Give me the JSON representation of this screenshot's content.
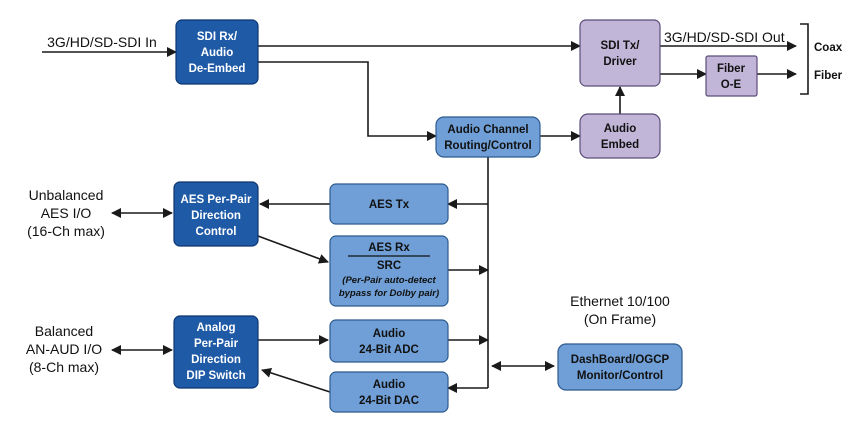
{
  "labels": {
    "input": "3G/HD/SD-SDI In",
    "output": "3G/HD/SD-SDI Out",
    "coax": "Coax",
    "fiber": "Fiber",
    "unbalanced": [
      "Unbalanced",
      "AES I/O",
      "(16-Ch max)"
    ],
    "balanced": [
      "Balanced",
      "AN-AUD I/O",
      "(8-Ch max)"
    ],
    "ethernet": [
      "Ethernet 10/100",
      "(On Frame)"
    ]
  },
  "blocks": {
    "sdi_rx": [
      "SDI Rx/",
      "Audio",
      "De-Embed"
    ],
    "sdi_tx": [
      "SDI Tx/",
      "Driver"
    ],
    "fiber_oe": [
      "Fiber",
      "O-E"
    ],
    "audio_routing": [
      "Audio Channel",
      "Routing/Control"
    ],
    "audio_embed": [
      "Audio",
      "Embed"
    ],
    "aes_direction": [
      "AES Per-Pair",
      "Direction",
      "Control"
    ],
    "aes_tx": [
      "AES Tx"
    ],
    "aes_rx_title": "AES Rx",
    "aes_rx_src": "SRC",
    "aes_rx_note": [
      "(Per-Pair auto-detect",
      "bypass for Dolby pair)"
    ],
    "analog_direction": [
      "Analog",
      "Per-Pair",
      "Direction",
      "DIP Switch"
    ],
    "adc": [
      "Audio",
      "24-Bit ADC"
    ],
    "dac": [
      "Audio",
      "24-Bit DAC"
    ],
    "dashboard": [
      "DashBoard/OGCP",
      "Monitor/Control"
    ]
  },
  "colors": {
    "dark_block": "#1f5aa6",
    "mid_block": "#6f9fd6",
    "purple_block": "#c2b6d8"
  }
}
